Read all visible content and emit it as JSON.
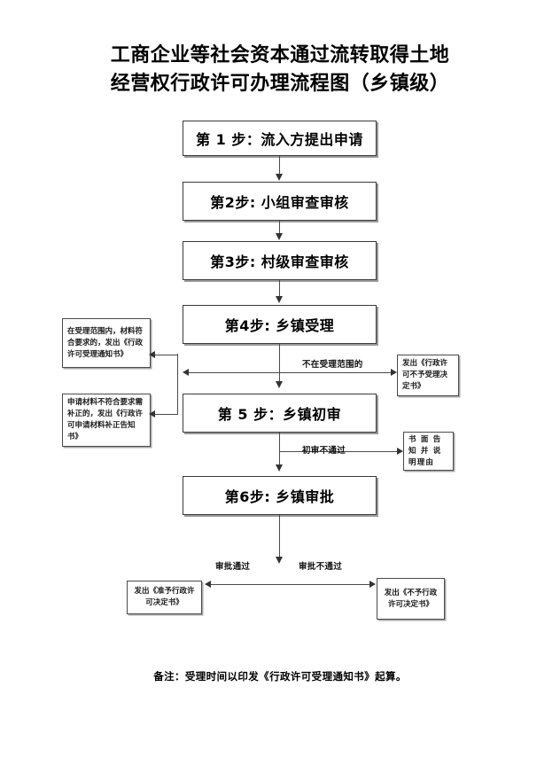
{
  "document": {
    "title_lines": [
      "工商企业等社会资本通过流转取得土地",
      "经营权行政许可办理流程图（乡镇级）"
    ],
    "footer_note": "备注：受理时间以印发《行政许可受理通知书》起算。"
  },
  "steps": [
    {
      "id": "step1",
      "label": "第 1 步：流入方提出申请"
    },
    {
      "id": "step2",
      "label": "第2步: 小组审查审核"
    },
    {
      "id": "step3",
      "label": "第3步: 村级审查审核"
    },
    {
      "id": "step4",
      "label": "第4步: 乡镇受理"
    },
    {
      "id": "step5",
      "label": "第 5 步：乡镇初审"
    },
    {
      "id": "step6",
      "label": "第6步: 乡镇审批"
    }
  ],
  "notes": [
    {
      "id": "accept-notice",
      "text": "在受理范围内，材料符合要求的，发出《行政许可受理通知书》"
    },
    {
      "id": "supplement-notice",
      "text": "申请材料不符合要求需补正的，发出《行政许可申请材料补正告知书》"
    },
    {
      "id": "reject-acceptance",
      "text": "发出《行政许可不予受理决定书》"
    },
    {
      "id": "written-reason",
      "text": "书 面 告 知 并 说 明理由"
    },
    {
      "id": "approve-decision",
      "text": "发出《准予行政许可决定书》"
    },
    {
      "id": "disapprove-decision",
      "text": "发出《不予行政许可决定书》"
    }
  ],
  "edge_labels": [
    {
      "id": "out-of-scope",
      "text": "不在受理范围的"
    },
    {
      "id": "prelim-fail",
      "text": "初审不通过"
    },
    {
      "id": "approval-pass",
      "text": "审批通过"
    },
    {
      "id": "approval-fail",
      "text": "审批不通过"
    }
  ],
  "colors": {
    "background": "#ffffff",
    "text": "#000000",
    "box_border": "#3a3a3a",
    "box_shadow": "#9a9a9a",
    "connector": "#4a4a4a",
    "arrow": "#333333"
  }
}
